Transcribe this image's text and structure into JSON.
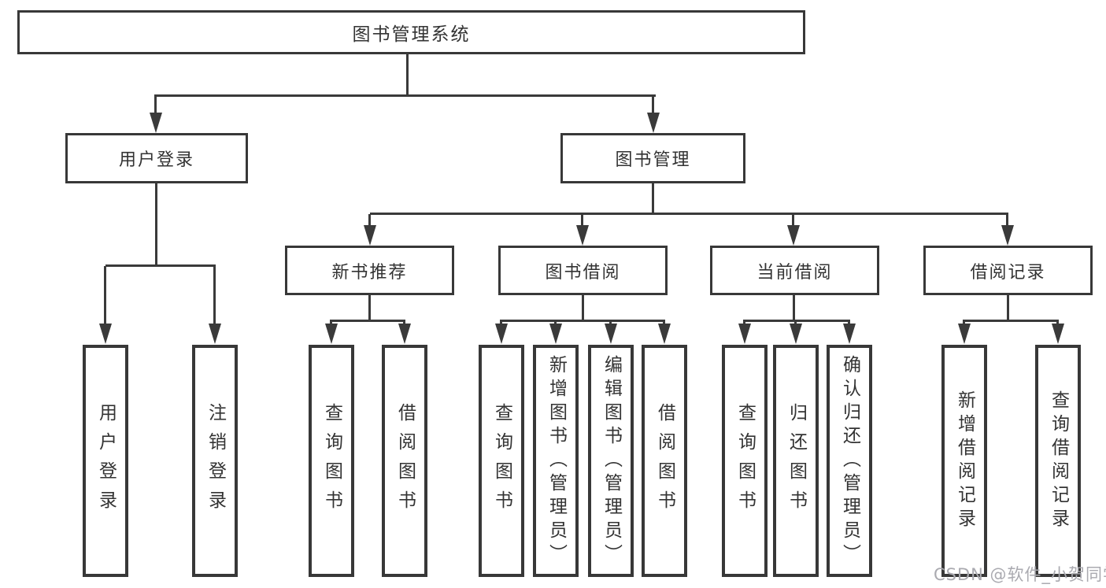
{
  "diagram": {
    "root": {
      "label": "图书管理系统"
    },
    "branches": {
      "user_login": {
        "label": "用户登录",
        "children": [
          {
            "label": "用户登录"
          },
          {
            "label": "注销登录"
          }
        ]
      },
      "book_management": {
        "label": "图书管理",
        "sections": [
          {
            "label": "新书推荐",
            "children": [
              {
                "label": "查询图书"
              },
              {
                "label": "借阅图书"
              }
            ]
          },
          {
            "label": "图书借阅",
            "children": [
              {
                "label": "查询图书"
              },
              {
                "label": "新增图书（管理员）"
              },
              {
                "label": "编辑图书（管理员）"
              },
              {
                "label": "借阅图书"
              }
            ]
          },
          {
            "label": "当前借阅",
            "children": [
              {
                "label": "查询图书"
              },
              {
                "label": "归还图书"
              },
              {
                "label": "确认归还（管理员）"
              }
            ]
          },
          {
            "label": "借阅记录",
            "children": [
              {
                "label": "新增借阅记录"
              },
              {
                "label": "查询借阅记录"
              }
            ]
          }
        ]
      }
    },
    "watermark": "CSDN @软件_小贺同学",
    "colors": {
      "line": "#3a3a3a",
      "text": "#333333",
      "watermark": "#aaaab0",
      "background": "#ffffff"
    }
  }
}
